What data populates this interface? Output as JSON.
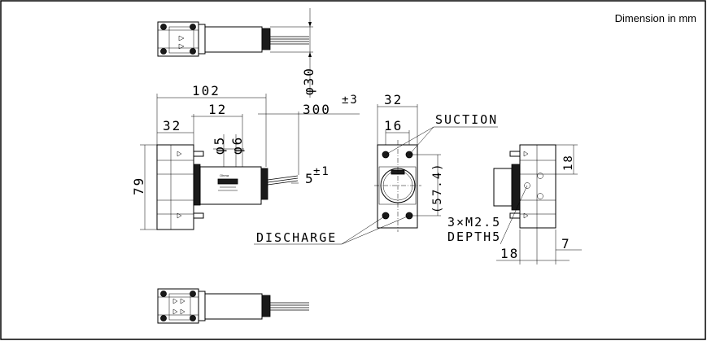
{
  "header": {
    "note": "Dimension in mm"
  },
  "dimensions": {
    "d30": "φ30",
    "d102": "102",
    "d12": "12",
    "d300": "300",
    "d300_tol": "±3",
    "d32_side": "32",
    "d5_dia": "φ5",
    "d6_dia": "φ6",
    "d79": "79",
    "d5": "5",
    "d5_tol": "±1",
    "d32_front": "32",
    "d16": "16",
    "d57_4": "(57.4)",
    "d18_right_top": "18",
    "d18_bottom": "18",
    "d7": "7"
  },
  "labels": {
    "suction": "SUCTION",
    "discharge": "DISCHARGE",
    "thread": "3×M2.5",
    "depth": "DEPTH5"
  },
  "colors": {
    "line": "#000000",
    "paper": "#ffffff",
    "dark": "#1a1a1a"
  }
}
